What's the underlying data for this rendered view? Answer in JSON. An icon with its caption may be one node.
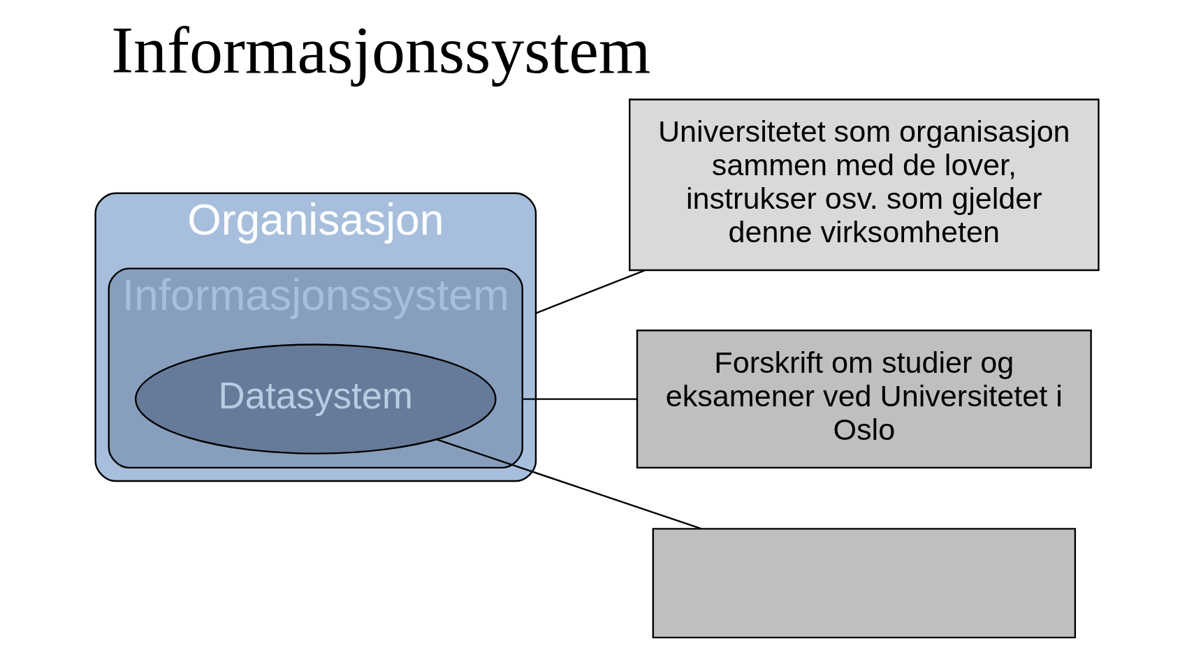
{
  "diagram": {
    "title": "Informasjonssystem",
    "nodes": [
      {
        "text": [
          "Organisasjon"
        ]
      },
      {
        "text": [
          "Informasjonssystem"
        ],
        "in": 0
      },
      {
        "text": [
          "Datasystem"
        ],
        "in": 1
      },
      {
        "text": [
          "Universitetet som organisasjon sammen med de lover, instrukser osv. som gjelder denne virksomheten"
        ]
      },
      {
        "text": [
          "Forskrift om studier og eksamener ved Universitetet i Oslo"
        ]
      },
      {
        "text": [],
        "shape": "box"
      }
    ],
    "edges": [
      {
        "from": 3,
        "to": 0,
        "arrow": "none"
      },
      {
        "from": 4,
        "to": 1,
        "arrow": "none"
      },
      {
        "from": 5,
        "to": 2,
        "arrow": "none"
      }
    ]
  }
}
